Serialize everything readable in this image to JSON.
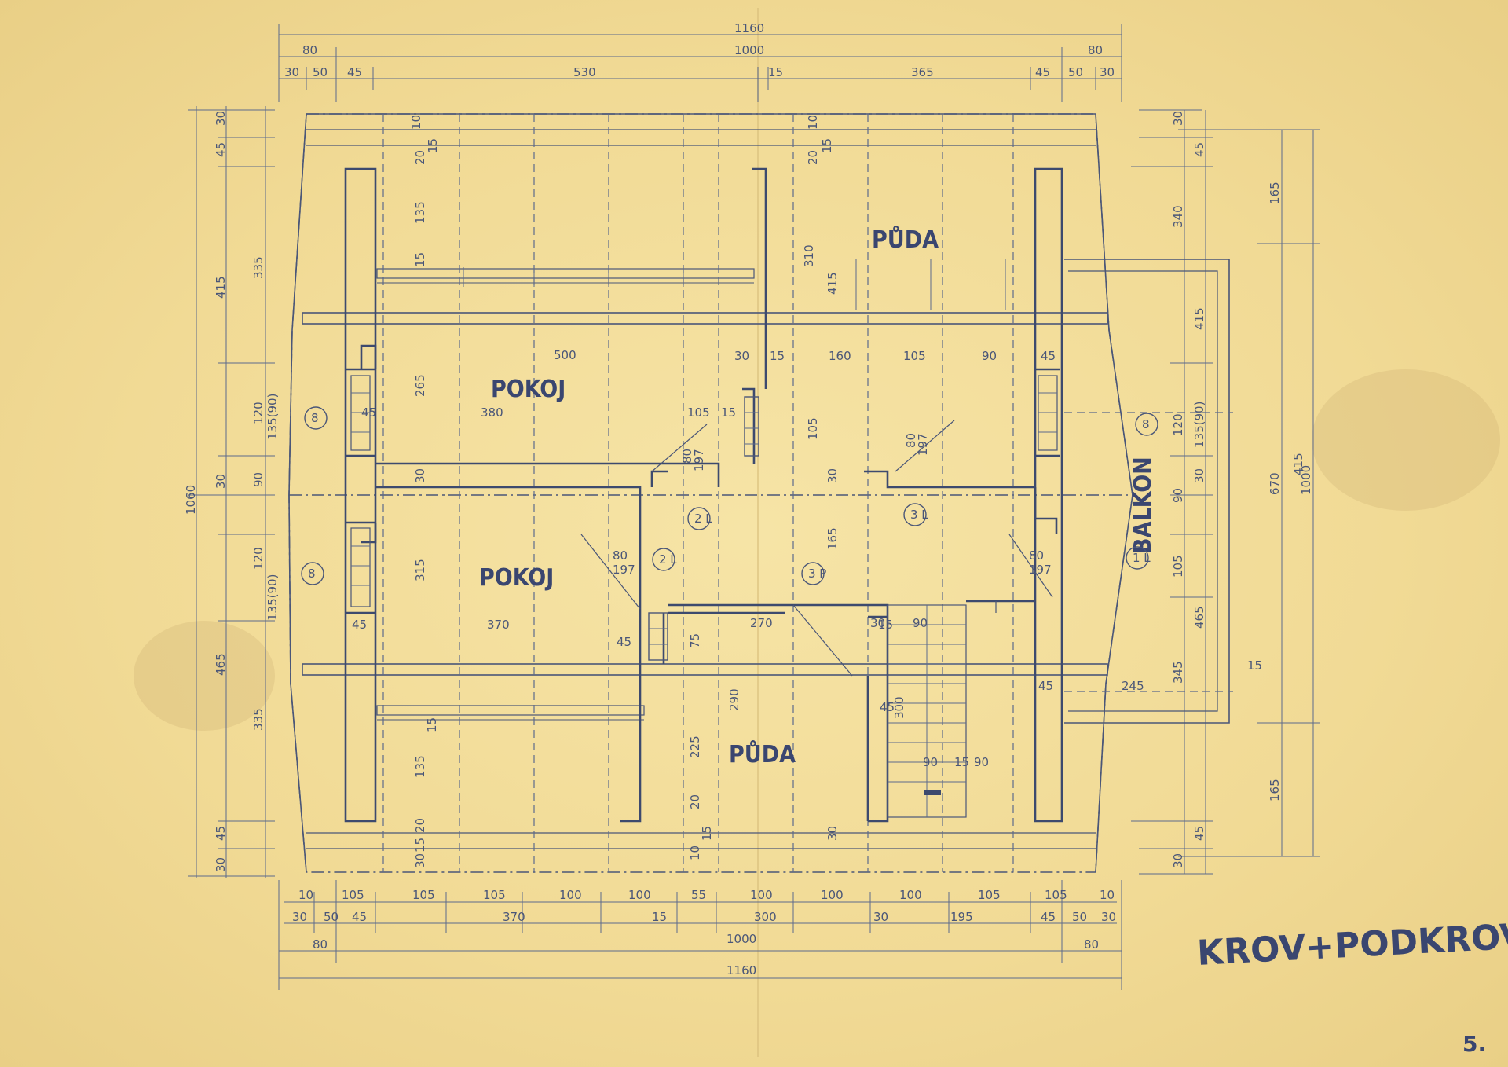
{
  "rooms": {
    "puda_top": "PŮDA",
    "pokoj_upper": "POKOJ",
    "pokoj_lower": "POKOJ",
    "puda_bottom": "PŮDA",
    "balkon": "BALKON"
  },
  "title": "KROV+PODKROVÍ",
  "page_number": "5.",
  "dims_top": {
    "overall": "1160",
    "inner": "1000",
    "left_80": "80",
    "right_80": "80",
    "row3": [
      "30",
      "50",
      "45",
      "530",
      "15",
      "365",
      "45",
      "50",
      "30"
    ]
  },
  "dims_bottom": {
    "row1": [
      "10",
      "105",
      "105",
      "105",
      "100",
      "100",
      "55",
      "100",
      "100",
      "100",
      "105",
      "105",
      "10"
    ],
    "row2": [
      "30",
      "50",
      "45",
      "370",
      "15",
      "300",
      "30",
      "195",
      "45",
      "50",
      "30"
    ],
    "left_80": "80",
    "right_80": "80",
    "inner": "1000",
    "overall": "1160"
  },
  "dims_left": {
    "overall": "1060",
    "outer": [
      "30",
      "45",
      "335",
      "120",
      "135(90)",
      "90",
      "120",
      "135(90)",
      "335",
      "45",
      "30"
    ],
    "middle": [
      "415",
      "30",
      "465"
    ]
  },
  "dims_right": {
    "outer": [
      "30",
      "45",
      "340",
      "415",
      "120",
      "135(90)",
      "30",
      "90",
      "105",
      "465",
      "345",
      "45",
      "30"
    ],
    "column3": [
      "165",
      "415",
      "670",
      "165"
    ],
    "overall": "1000",
    "balcony": [
      "245",
      "15",
      "45"
    ]
  },
  "interior_labels": [
    "10",
    "20",
    "15",
    "135",
    "15",
    "265",
    "30",
    "315",
    "135",
    "15",
    "20",
    "15",
    "30",
    "500",
    "380",
    "370",
    "105",
    "15",
    "80",
    "197",
    "80",
    "197",
    "30",
    "15",
    "160",
    "105",
    "90",
    "45",
    "310",
    "415",
    "105",
    "30",
    "165",
    "80",
    "197",
    "270",
    "30",
    "90",
    "75",
    "45",
    "290",
    "225",
    "20",
    "10",
    "15",
    "300",
    "90",
    "15",
    "90",
    "45",
    "45",
    "80",
    "197",
    "30",
    "15",
    "45",
    "10",
    "20",
    "15"
  ],
  "section_marks": [
    "8",
    "8",
    "8",
    "2\nL",
    "2\nL",
    "3\nP",
    "3\nL",
    "1\nL"
  ]
}
